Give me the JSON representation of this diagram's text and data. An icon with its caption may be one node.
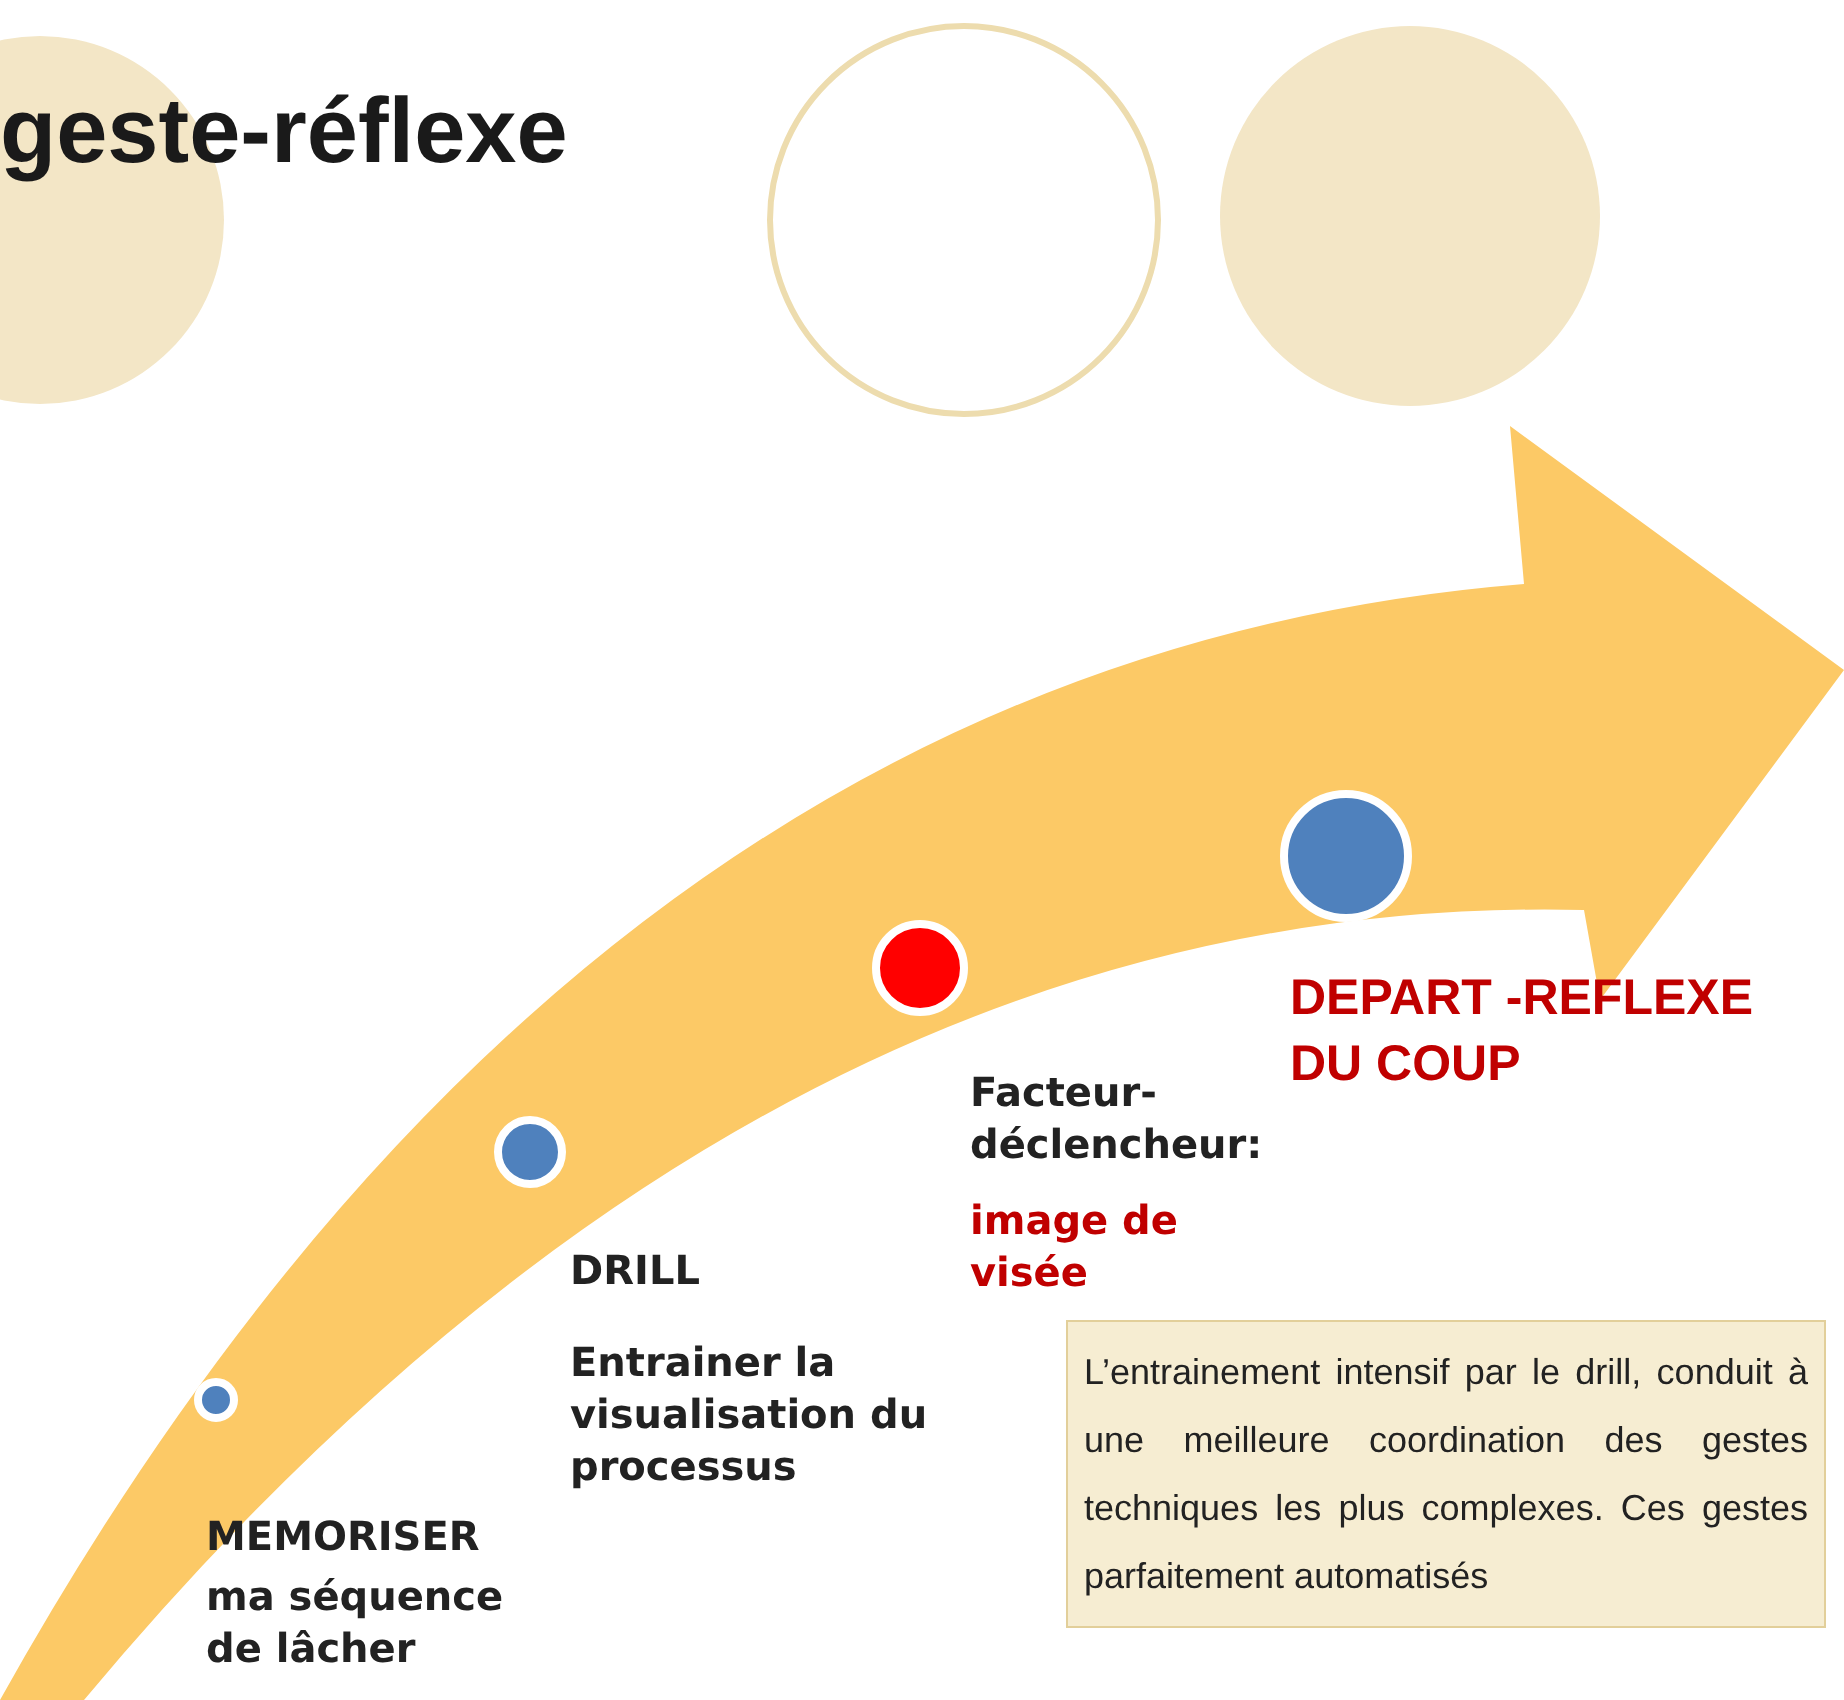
{
  "diagram": {
    "title": "geste-réflexe",
    "nodes": [
      {
        "text": [
          "L’entrainement intensif par le drill, conduit à une meilleure coordination des gestes techniques les plus complexes. Ces gestes parfaitement automatisés"
        ]
      }
    ],
    "edges": [],
    "labels": [
      "MEMORISER",
      "ma séquence de lâcher",
      "DRILL",
      "Entrainer la visualisation du processus",
      "Facteur-déclencheur:",
      "image de visée",
      "DEPART -REFLEXE DU COUP"
    ]
  }
}
